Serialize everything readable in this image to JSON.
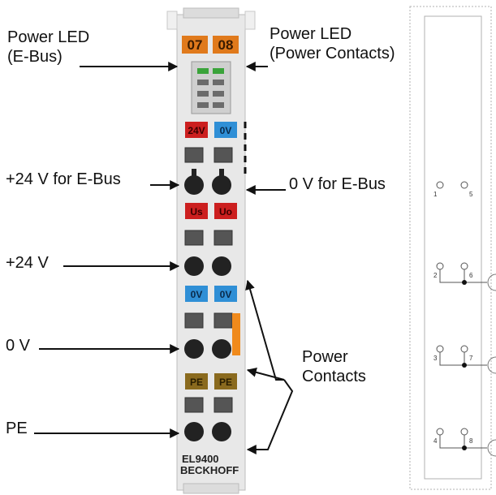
{
  "labels": {
    "power_led_ebus": [
      "Power LED",
      "(E-Bus)"
    ],
    "power_led_contacts": [
      "Power LED",
      "(Power Contacts)"
    ],
    "plus24_ebus": "+24 V for E-Bus",
    "zero_v_ebus": "0 V for  E-Bus",
    "plus24": "+24 V",
    "zero_v": "0 V",
    "pe": "PE",
    "power_contacts": [
      "Power",
      "Contacts"
    ]
  },
  "terminal": {
    "led_numbers": [
      "07",
      "08"
    ],
    "badges": {
      "row1": [
        "24V",
        "0V"
      ],
      "row2": [
        "Us",
        "Uo"
      ],
      "row3": [
        "0V",
        "0V"
      ],
      "row4": [
        "PE",
        "PE"
      ]
    },
    "model": "EL9400",
    "brand": "BECKHOFF"
  },
  "schematic": {
    "pins": [
      "1",
      "5",
      "2",
      "6",
      "3",
      "7",
      "4",
      "8"
    ]
  },
  "colors": {
    "led_orange": "#e07a1c",
    "badge_red": "#cc1f1f",
    "badge_blue": "#2f8fd6",
    "badge_pe": "#8a6a1e",
    "housing": "#e6e6e6",
    "stripe_orange": "#f08a1c"
  }
}
